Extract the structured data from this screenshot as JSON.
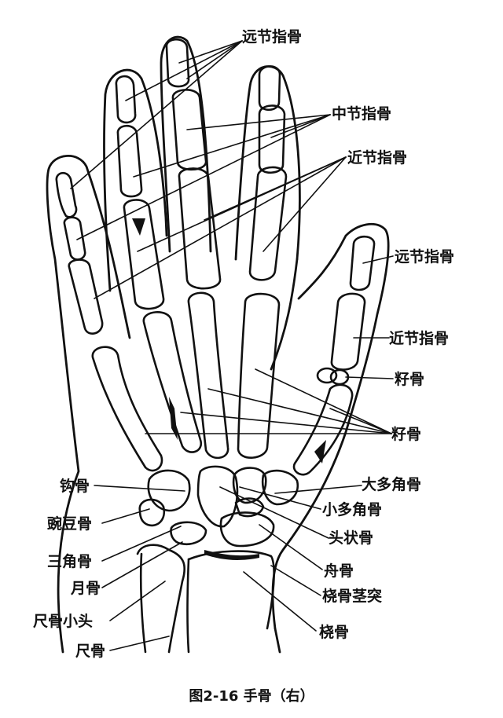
{
  "figure": {
    "caption": "图2-16 手骨（右）",
    "ink_color": "#111111",
    "background": "#ffffff"
  },
  "labels": {
    "distal_phalanges_top": "远节指骨",
    "middle_phalanges": "中节指骨",
    "proximal_phalanges": "近节指骨",
    "thumb_distal_phalanx": "远节指骨",
    "thumb_proximal_phalanx": "近节指骨",
    "sesamoid_1": "籽骨",
    "sesamoid_2": "籽骨",
    "trapezium": "大多角骨",
    "trapezoid": "小多角骨",
    "capitate": "头状骨",
    "scaphoid": "舟骨",
    "radial_styloid": "桡骨茎突",
    "radius": "桡骨",
    "hamate": "钩骨",
    "pisiform": "豌豆骨",
    "triquetrum": "三角骨",
    "lunate": "月骨",
    "ulnar_head": "尺骨小头",
    "ulna": "尺骨"
  }
}
